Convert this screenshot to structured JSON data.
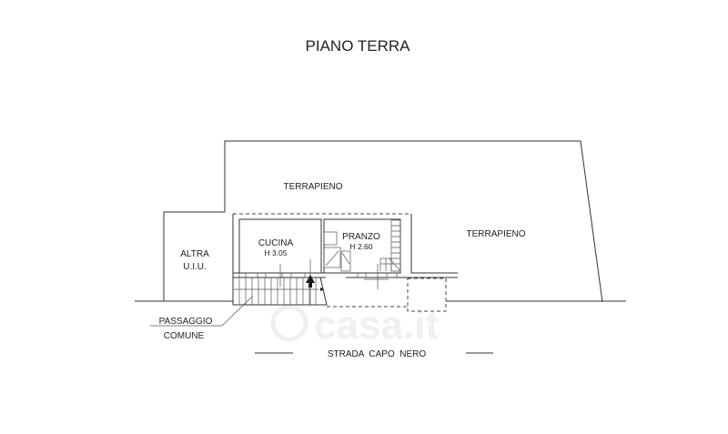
{
  "title": "PIANO TERRA",
  "labels": {
    "terrapieno_top": "TERRAPIENO",
    "terrapieno_right": "TERRAPIENO",
    "altra_line1": "ALTRA",
    "altra_line2": "U.I.U.",
    "cucina": "CUCINA",
    "cucina_height": "H 3.05",
    "pranzo": "PRANZO",
    "pranzo_height": "H 2.60",
    "passaggio_line1": "PASSAGGIO",
    "passaggio_line2": "COMUNE",
    "strada": "STRADA  CAPO  NERO"
  },
  "watermark": "casa.it",
  "colors": {
    "line": "#333333",
    "background": "#ffffff"
  }
}
